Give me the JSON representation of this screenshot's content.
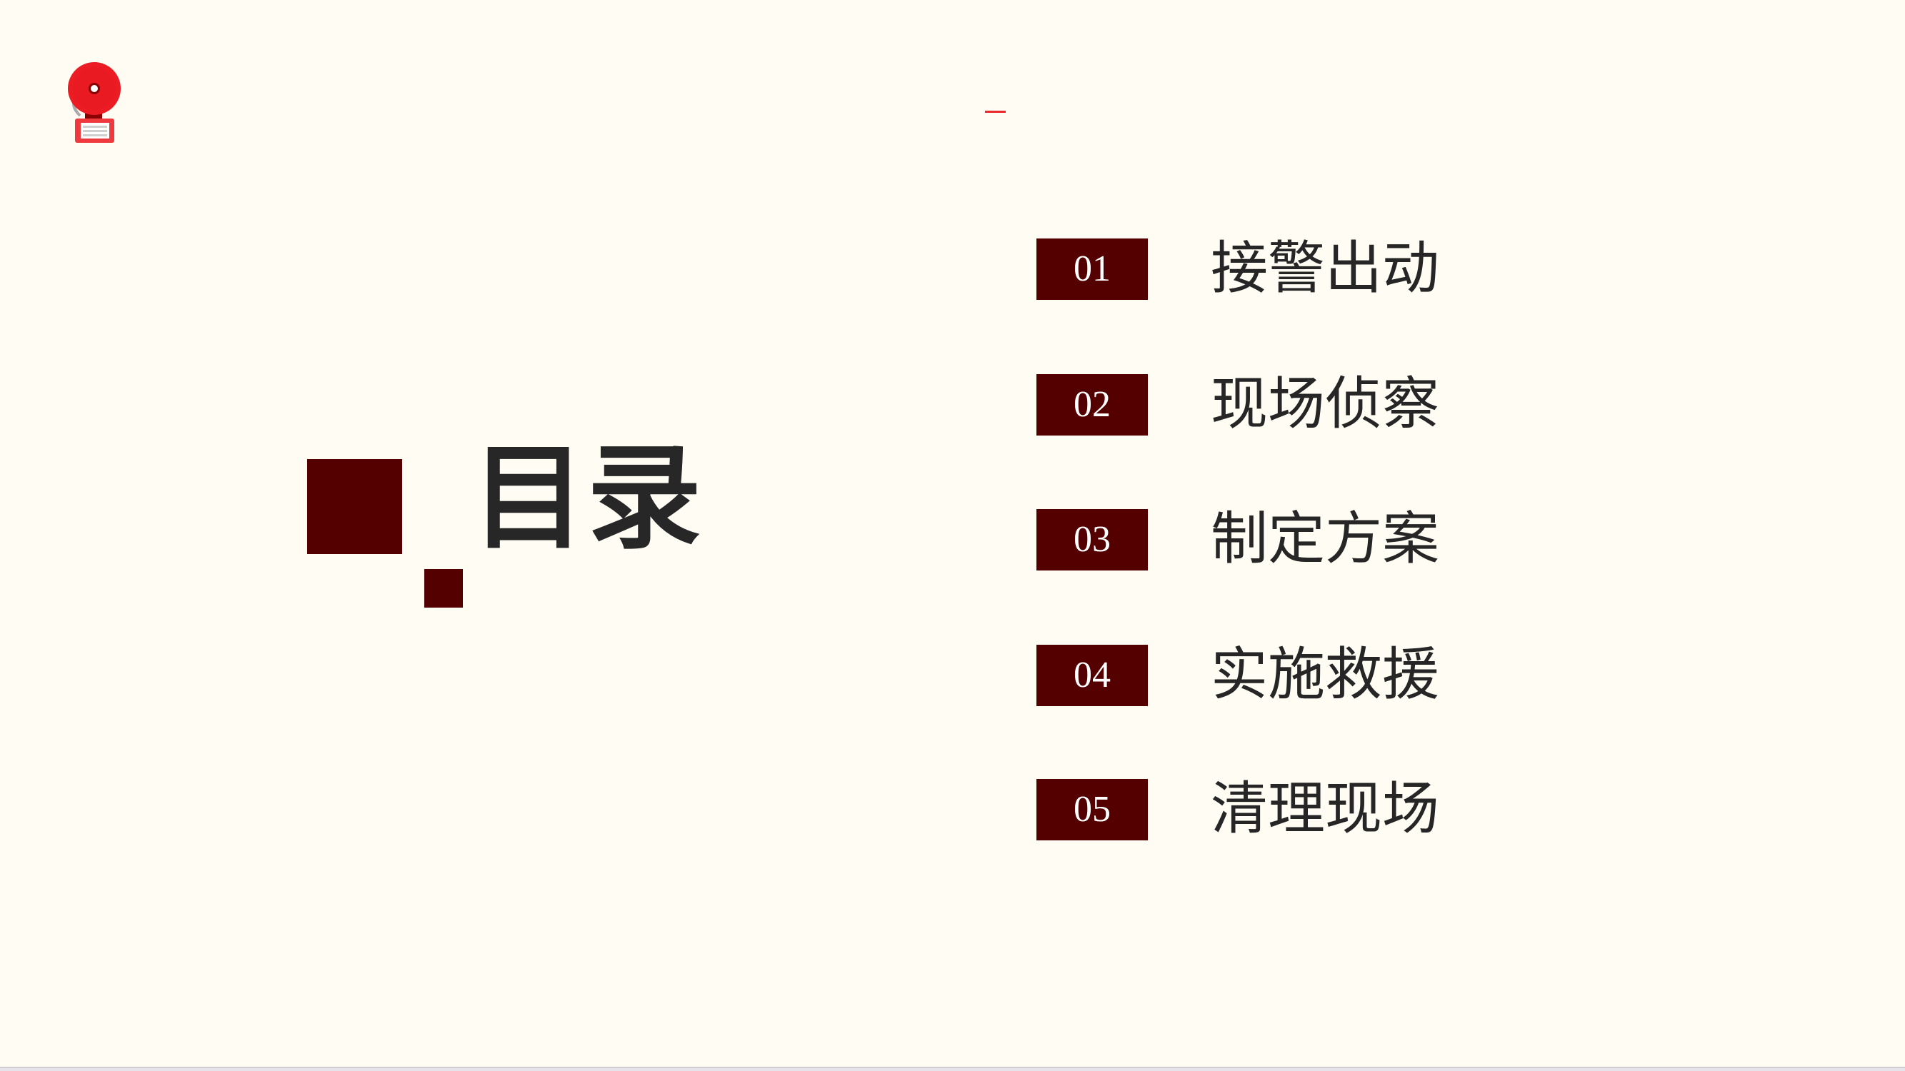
{
  "slide": {
    "title": "目录",
    "accent_color": "#550000",
    "background_color": "#fffcf3",
    "icons": {
      "top_left": "fire-alarm-bell-icon"
    },
    "toc": [
      {
        "number": "01",
        "label": "接警出动"
      },
      {
        "number": "02",
        "label": "现场侦察"
      },
      {
        "number": "03",
        "label": "制定方案"
      },
      {
        "number": "04",
        "label": "实施救援"
      },
      {
        "number": "05",
        "label": "清理现场"
      }
    ]
  }
}
